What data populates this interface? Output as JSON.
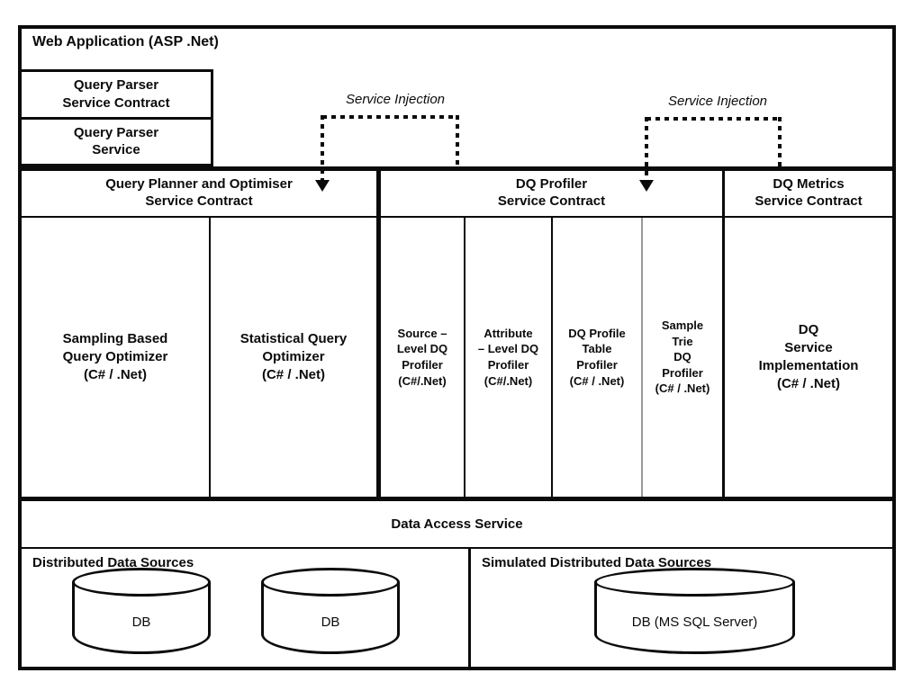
{
  "app": {
    "title": "Web Application  (ASP .Net)"
  },
  "query_parser": {
    "contract_label": "Query Parser\nService Contract",
    "service_label": "Query Parser\nService"
  },
  "injections": [
    {
      "label": "Service Injection"
    },
    {
      "label": "Service Injection"
    }
  ],
  "sections": {
    "query_planner": {
      "header": "Query Planner and Optimiser\nService Contract",
      "components": [
        "Sampling Based\nQuery Optimizer\n(C# / .Net)",
        "Statistical Query\nOptimizer\n(C# / .Net)"
      ]
    },
    "dq_profiler": {
      "header": "DQ Profiler\nService Contract",
      "components": [
        "Source –\nLevel DQ\nProfiler\n(C#/.Net)",
        "Attribute\n– Level DQ\nProfiler\n(C#/.Net)",
        "DQ Profile\nTable\nProfiler\n(C# / .Net)",
        "Sample\nTrie\nDQ\nProfiler\n(C# / .Net)"
      ]
    },
    "dq_metrics": {
      "header": "DQ Metrics\nService Contract",
      "component": "DQ\nService\nImplementation\n(C# / .Net)"
    }
  },
  "data_access": {
    "label": "Data Access Service"
  },
  "data_sources": {
    "distributed": {
      "title": "Distributed Data Sources",
      "databases": [
        "DB",
        "DB"
      ]
    },
    "simulated": {
      "title": "Simulated Distributed Data Sources",
      "databases": [
        "DB (MS SQL Server)"
      ]
    }
  },
  "colors": {
    "line": "#0b0b0b",
    "light_divider": "#999999",
    "background": "#ffffff"
  }
}
